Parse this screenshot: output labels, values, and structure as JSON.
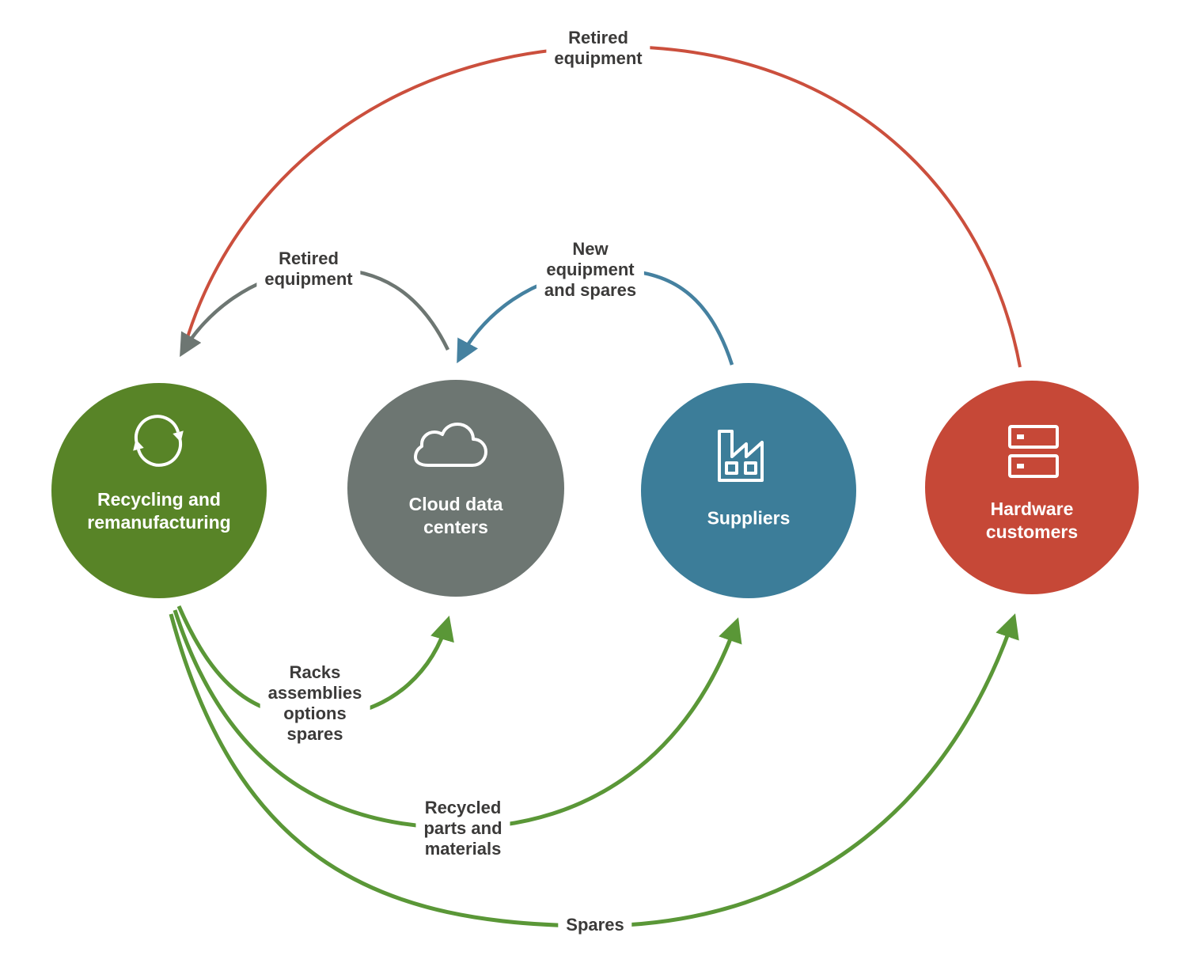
{
  "canvas": {
    "background": "#ffffff",
    "edge_label_text_color": "#3b3a39",
    "node_label_text_color": "#ffffff"
  },
  "diagram": {
    "nodes": [
      {
        "id": "recycling-and-remanufacturing",
        "label": "Recycling and\nremanufacturing",
        "color": "#588427",
        "icon": "recycle-icon"
      },
      {
        "id": "cloud-data-centers",
        "label": "Cloud data\ncenters",
        "color": "#6d7672",
        "icon": "cloud-icon"
      },
      {
        "id": "suppliers",
        "label": "Suppliers",
        "color": "#3c7d99",
        "icon": "factory-icon"
      },
      {
        "id": "hardware-customers",
        "label": "Hardware\ncustomers",
        "color": "#c64837",
        "icon": "server-rack-icon"
      }
    ],
    "edges": [
      {
        "id": "retired-equipment-outer",
        "label": "Retired\nequipment",
        "from": "hardware-customers",
        "to": "recycling-and-remanufacturing",
        "color": "#cb4f3d"
      },
      {
        "id": "retired-equipment-inner",
        "label": "Retired\nequipment",
        "from": "cloud-data-centers",
        "to": "recycling-and-remanufacturing",
        "color": "#6d7672"
      },
      {
        "id": "new-equipment-and-spares",
        "label": "New\nequipment\nand spares",
        "from": "suppliers",
        "to": "cloud-data-centers",
        "color": "#4581a0"
      },
      {
        "id": "racks-assemblies-options-spares",
        "label": "Racks\nassemblies\noptions\nspares",
        "from": "recycling-and-remanufacturing",
        "to": "cloud-data-centers",
        "color": "#5a9737"
      },
      {
        "id": "recycled-parts-and-materials",
        "label": "Recycled\nparts and\nmaterials",
        "from": "recycling-and-remanufacturing",
        "to": "suppliers",
        "color": "#5a9737"
      },
      {
        "id": "spares",
        "label": "Spares",
        "from": "recycling-and-remanufacturing",
        "to": "hardware-customers",
        "color": "#5a9737"
      }
    ]
  }
}
